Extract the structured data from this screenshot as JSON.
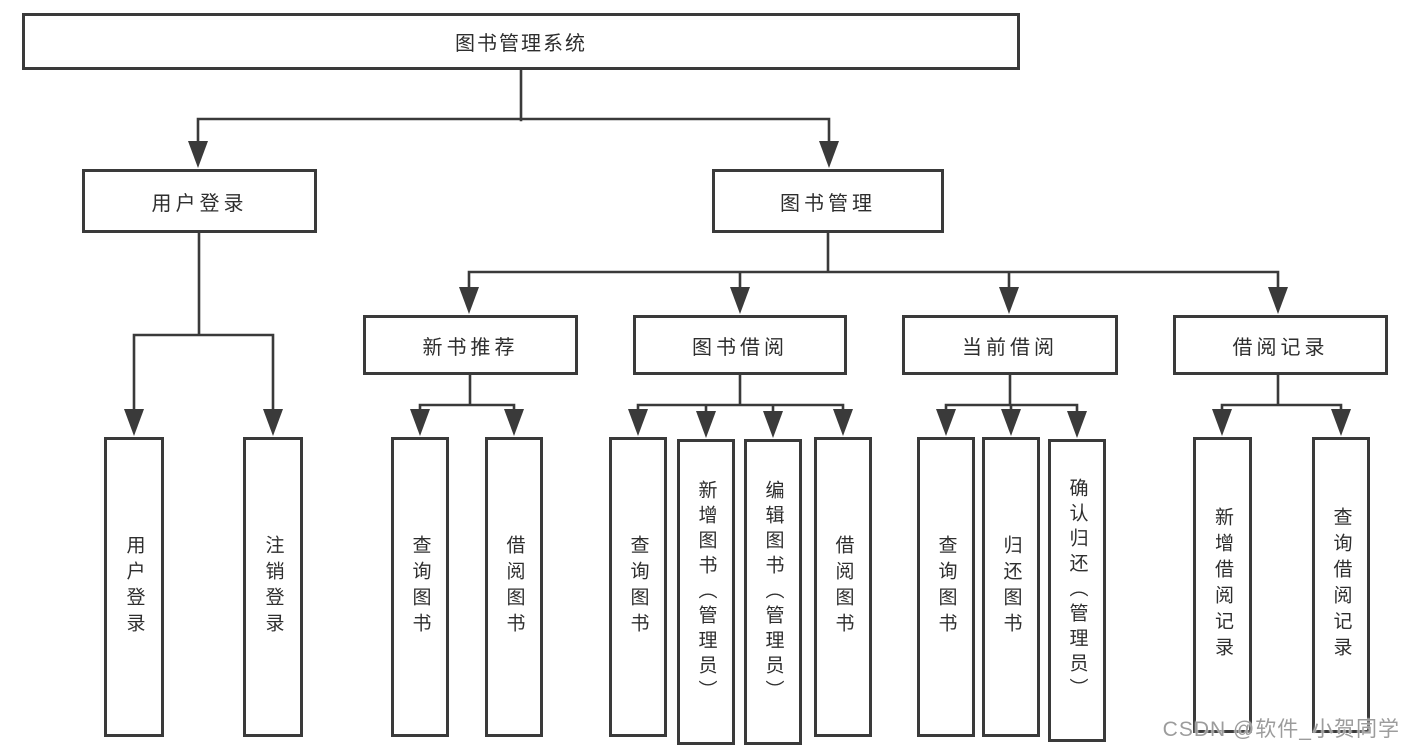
{
  "tree": {
    "root": "图书管理系统",
    "user": {
      "label": "用户登录",
      "children": [
        "用户登录",
        "注销登录"
      ]
    },
    "book": {
      "label": "图书管理",
      "sections": [
        {
          "label": "新书推荐",
          "children": [
            "查询图书",
            "借阅图书"
          ]
        },
        {
          "label": "图书借阅",
          "children": [
            "查询图书",
            "新增图书（管理员）",
            "编辑图书（管理员）",
            "借阅图书"
          ]
        },
        {
          "label": "当前借阅",
          "children": [
            "查询图书",
            "归还图书",
            "确认归还（管理员）"
          ]
        },
        {
          "label": "借阅记录",
          "children": [
            "新增借阅记录",
            "查询借阅记录"
          ]
        }
      ]
    }
  },
  "watermark": "CSDN @软件_小贺同学",
  "colors": {
    "line": "#3a3a3a",
    "text": "#2e2e2e",
    "watermark": "#9c9c9c",
    "background": "#ffffff"
  }
}
